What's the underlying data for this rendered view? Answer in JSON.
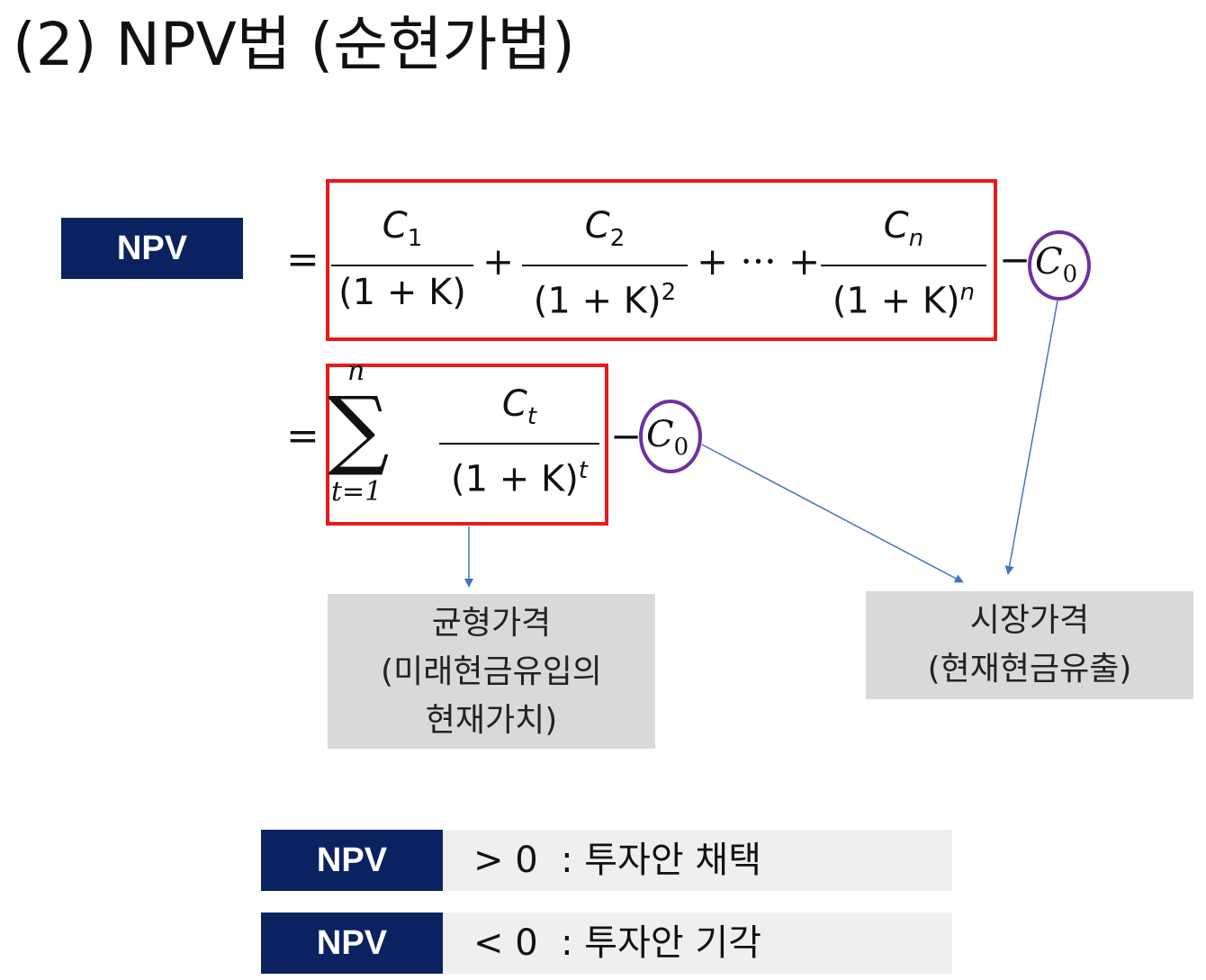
{
  "title": "(2) NPV법 (순현가법)",
  "npv_label": "NPV",
  "formula1": {
    "equals": "=",
    "term1_num": "C",
    "term1_sub": "1",
    "term1_den": "(1 + K)",
    "plus1": "+",
    "term2_num": "C",
    "term2_sub": "2",
    "term2_den": "(1 + K)",
    "term2_sup": "2",
    "middle": "+ ··· +",
    "termn_num": "C",
    "termn_sub": "n",
    "termn_den": "(1 + K)",
    "termn_sup": "n",
    "minus": "−",
    "c0": "C",
    "c0_sub": "0"
  },
  "formula2": {
    "equals": "=",
    "sigma": "∑",
    "sigma_top": "n",
    "sigma_bottom": "t=1",
    "num": "C",
    "num_sub": "t",
    "den": "(1 + K)",
    "den_sup": "t",
    "minus": "−",
    "c0": "C",
    "c0_sub": "0"
  },
  "equilibrium_box": {
    "line1": "균형가격",
    "line2": "(미래현금유입의",
    "line3": "현재가치)"
  },
  "market_box": {
    "line1": "시장가격",
    "line2": "(현재현금유출)"
  },
  "conditions": [
    {
      "label": "NPV",
      "text": "> 0  : 투자안 채택"
    },
    {
      "label": "NPV",
      "text": "< 0  : 투자안 기각"
    }
  ],
  "colors": {
    "navy": "#0b2260",
    "red_box": "#e81a1a",
    "purple_circle": "#7030a0",
    "arrow_blue": "#4472c4",
    "gray_box": "#d9d9d9"
  }
}
